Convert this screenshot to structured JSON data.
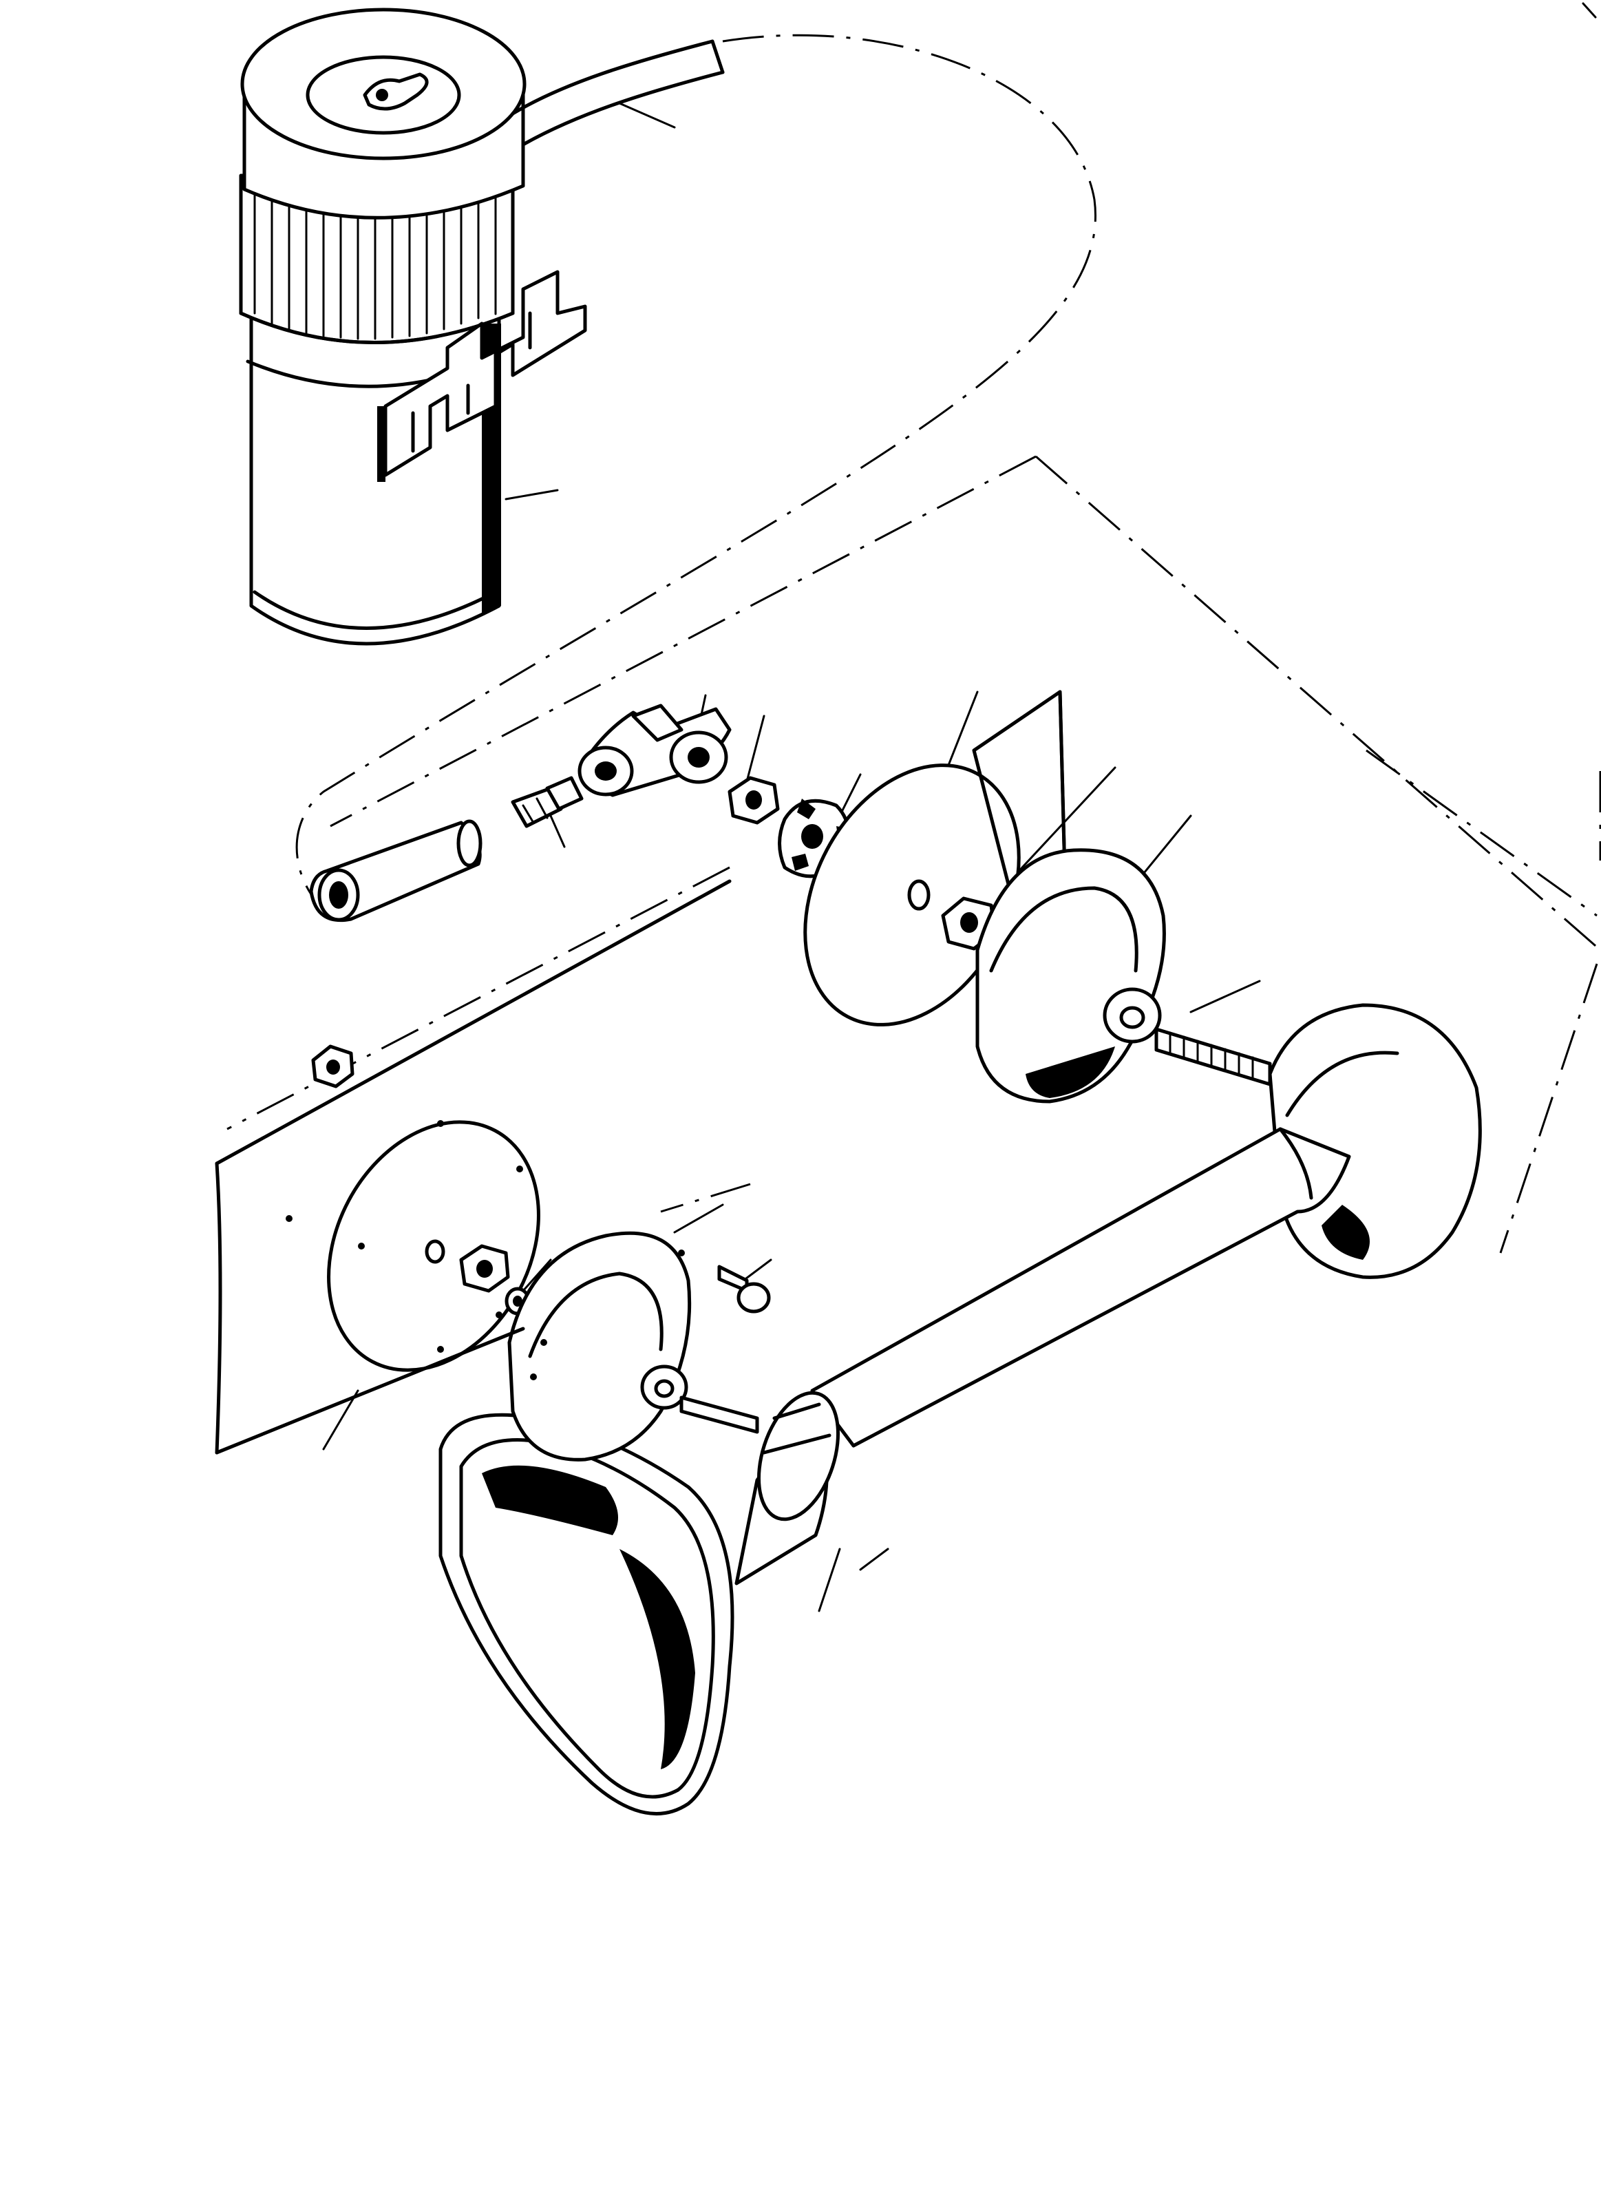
{
  "diagram": {
    "ink_color": "#000000",
    "paper_color": "#ffffff",
    "parts": [
      "compressor",
      "air-hose",
      "mounting-bracket",
      "hose-adaptor",
      "elbow-union",
      "lock-nut",
      "shakeproof-washer",
      "gasket",
      "mounting-plate",
      "horn-body",
      "horn-trumpet",
      "fixing-screw",
      "nut"
    ]
  }
}
